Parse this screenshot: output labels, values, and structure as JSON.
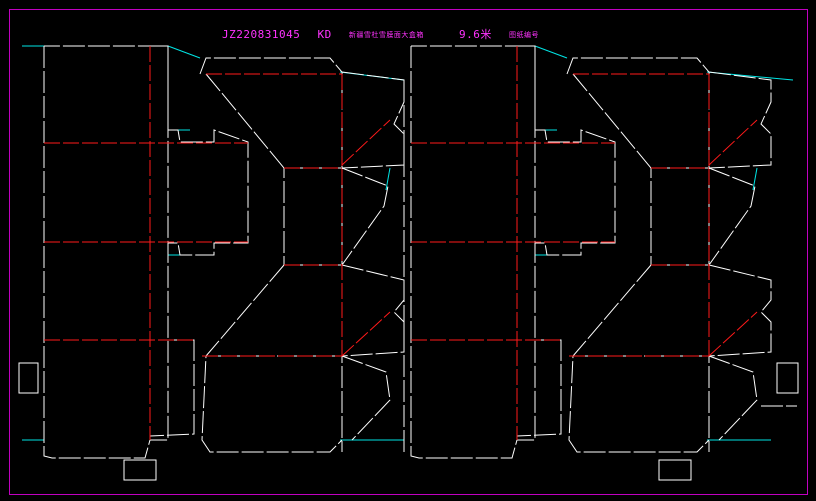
{
  "drawing": {
    "job_code": "JZ220831045",
    "job_suffix": "KD",
    "note_left": "新疆雪杜雪膜面大盒箱",
    "thickness": "9.6米",
    "note_right": "图纸编号"
  },
  "colors": {
    "background": "#000000",
    "cut_line": "#ffffff",
    "crease_line": "#ff0000",
    "bleed_line": "#00e5e5",
    "frame": "#c000c0",
    "text": "#ff33ff"
  }
}
